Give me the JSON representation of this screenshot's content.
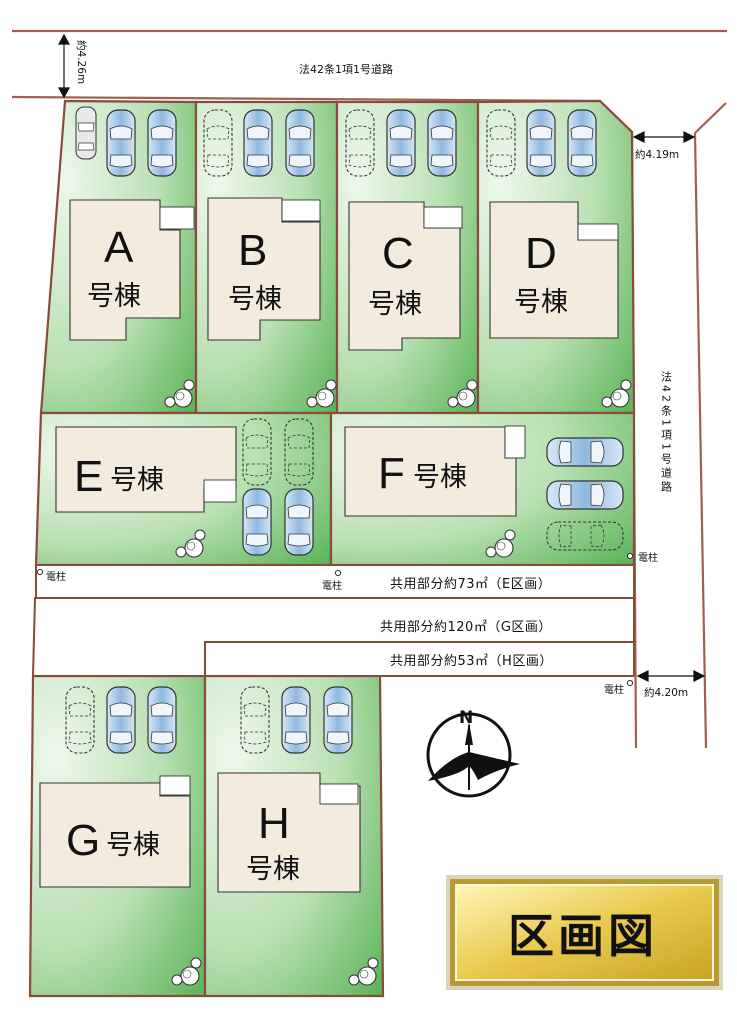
{
  "title": "区画図",
  "compass": "N",
  "roads": {
    "top": "法42条1項1号道路",
    "right": "法42条1項1号道路"
  },
  "dimensions": {
    "top_width": "約4.26m",
    "right_width_upper": "約4.19m",
    "right_width_lower": "約4.20m"
  },
  "utility_pole": "電柱",
  "shared_areas": [
    {
      "label": "共用部分約73㎡（E区画）"
    },
    {
      "label": "共用部分約120㎡（G区画）"
    },
    {
      "label": "共用部分約53㎡（H区画）"
    }
  ],
  "lots": [
    {
      "letter": "A",
      "suffix": "号棟"
    },
    {
      "letter": "B",
      "suffix": "号棟"
    },
    {
      "letter": "C",
      "suffix": "号棟"
    },
    {
      "letter": "D",
      "suffix": "号棟"
    },
    {
      "letter": "E",
      "suffix": "号棟"
    },
    {
      "letter": "F",
      "suffix": "号棟"
    },
    {
      "letter": "G",
      "suffix": "号棟"
    },
    {
      "letter": "H",
      "suffix": "号棟"
    }
  ],
  "colors": {
    "lot_green_light": "#e8f5e4",
    "lot_green_dark": "#6cbf6a",
    "lot_border": "#8a4a3c",
    "house": "#f3ebdd",
    "car_blue": "#9fc3e6",
    "road_line": "#a06050",
    "title_gold": "#e6c64a"
  }
}
